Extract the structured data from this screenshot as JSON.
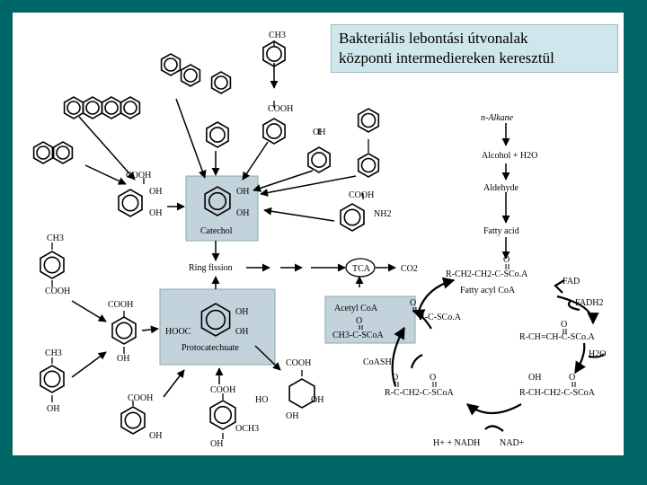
{
  "slide": {
    "title_line1": "Bakteriális lebontási útvonalak",
    "title_line2": "központi intermediereken keresztül"
  },
  "labels": {
    "ch3_top": "CH3",
    "cooh_top": "COOH",
    "oh_phenol": "OH",
    "cooh_salicylate": "COOH",
    "oh_sal_1": "OH",
    "oh_sal_2": "OH",
    "oh_catechol_1": "OH",
    "oh_catechol_2": "OH",
    "catechol": "Catechol",
    "cooh_anthranilate": "COOH",
    "nh2": "NH2",
    "ring_fission": "Ring fission",
    "tca": "TCA",
    "co2": "CO2",
    "n_alkane": "n-Alkane",
    "alcohol": "Alcohol + H2O",
    "aldehyde": "Aldehyde",
    "fatty_acid": "Fatty acid",
    "acyl_coa": "R-CH2-CH2-C-SCo.A",
    "fatty_acyl_coa": "Fatty acyl CoA",
    "o_1": "O",
    "fad": "FAD",
    "fadh2": "FADH2",
    "enoyl_coa": "R-CH=CH-C-SCo.A",
    "o_2": "O",
    "h2o": "H2O",
    "hydroxy_oh": "OH",
    "hydroxy_o": "O",
    "hydroxyacyl_coa": "R-CH-CH2-C-SCoA",
    "keto_o1": "O",
    "keto_o2": "O",
    "ketoacyl_coa": "R-C-CH2-C-SCoA",
    "acyl_coa_short_o": "O",
    "acyl_coa_short": "R-C-SCo.A",
    "coash": "CoASH",
    "acetyl_coa": "Acetyl CoA",
    "acetyl_o": "O",
    "acetyl_formula": "CH3-C-SCoA",
    "nadh": "H+ + NADH",
    "nad": "NAD+",
    "toluate_ch3": "CH3",
    "toluate_cooh": "COOH",
    "hb_cooh": "COOH",
    "hb_oh": "OH",
    "cresol_ch3": "CH3",
    "cresol_oh": "OH",
    "proto_oh1": "OH",
    "proto_oh2": "OH",
    "proto_hooc": "HOOC",
    "protocatechuate": "Protocatechuate",
    "mhb_cooh": "COOH",
    "mhb_oh": "OH",
    "vanillate_cooh": "COOH",
    "vanillate_och3": "OCH3",
    "vanillate_oh": "OH",
    "quinate_cooh": "COOH",
    "quinate_ho": "HO",
    "quinate_oh1": "OH",
    "quinate_oh2": "OH"
  },
  "colors": {
    "background": "#006666",
    "title_box": "#cfe6ec",
    "highlight_box": "#c3d3db"
  }
}
